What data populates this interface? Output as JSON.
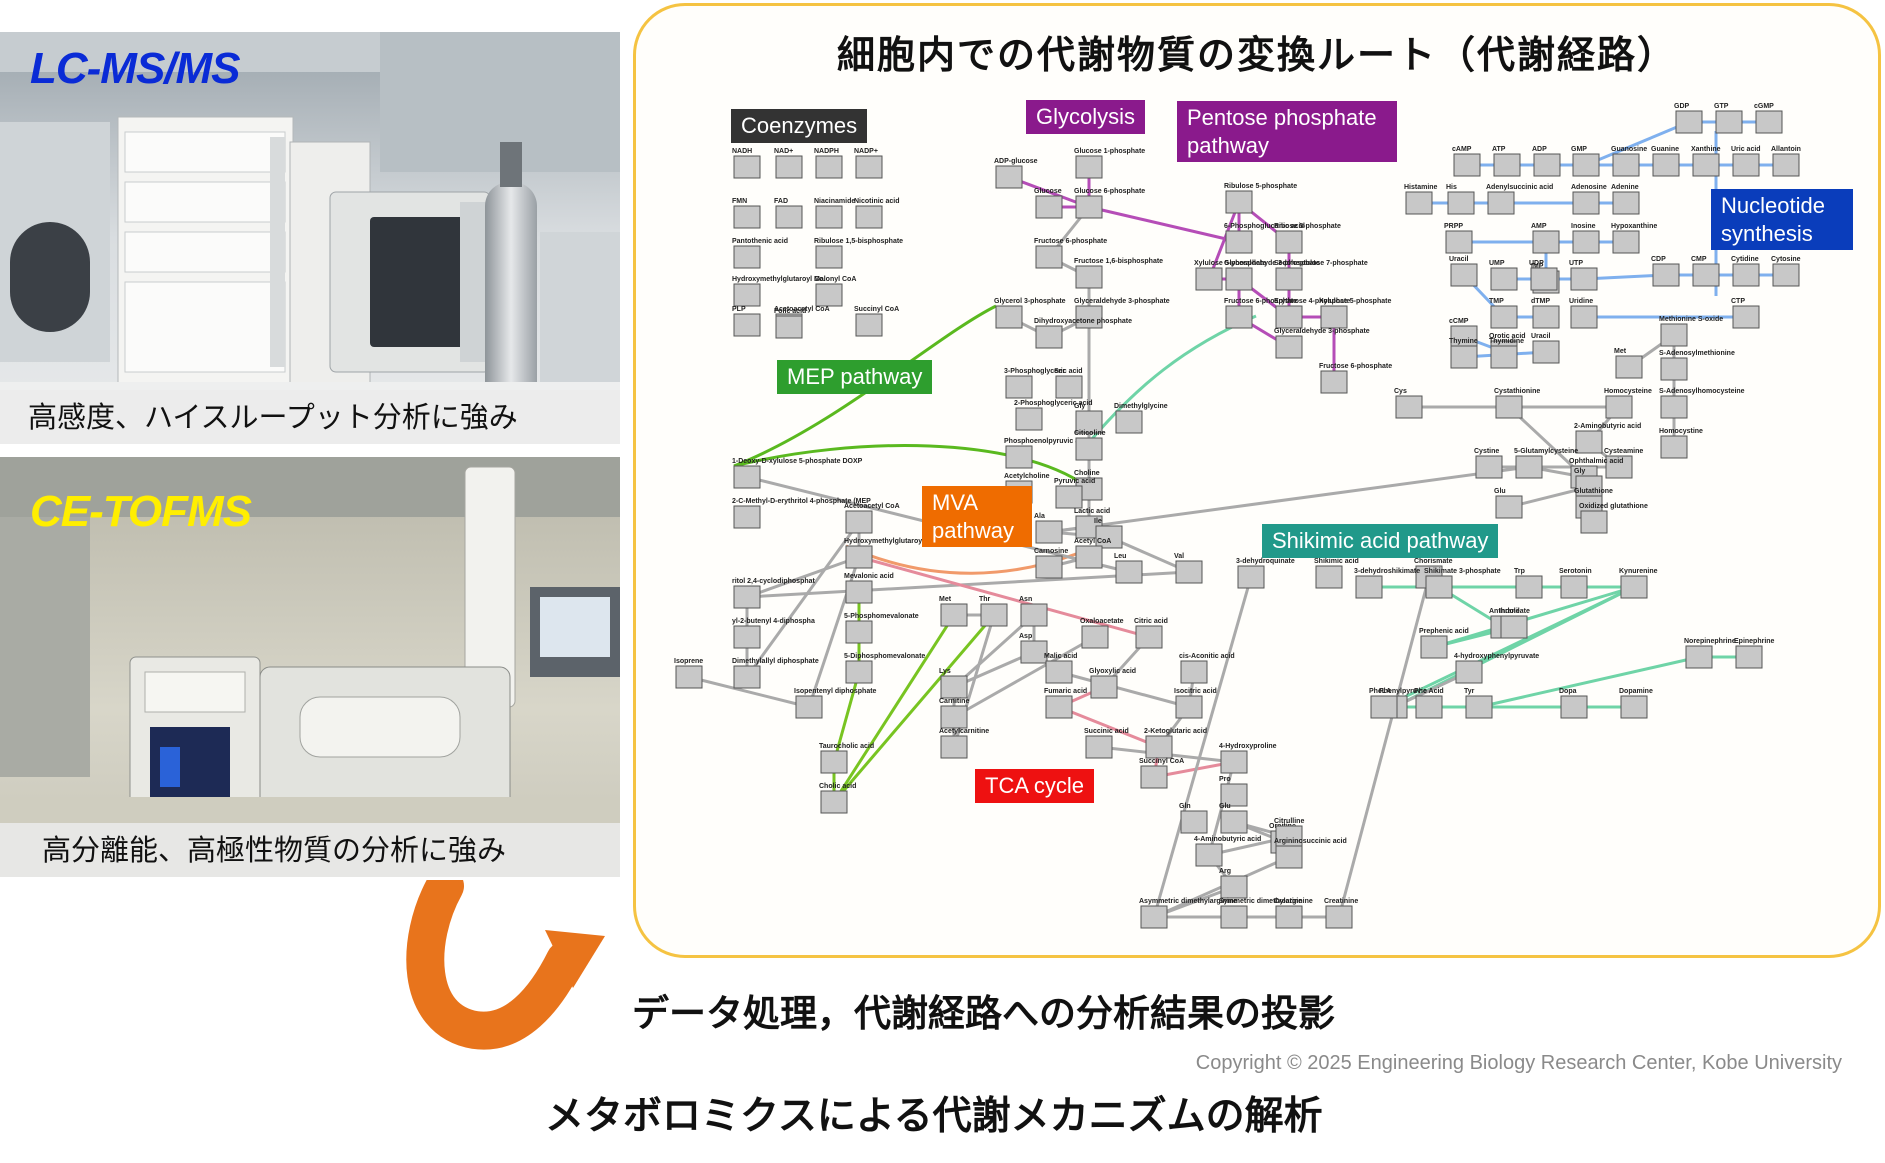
{
  "instruments": [
    {
      "title": "LC-MS/MS",
      "caption": "高感度、ハイスループット分析に強み",
      "title_color": "#0a2bd6"
    },
    {
      "title": "CE-TOFMS",
      "caption": "高分離能、高極性物質の分析に強み",
      "title_color": "#ffee00"
    }
  ],
  "pathway_map": {
    "title": "細胞内での代謝物質の変換ルート（代謝経路）",
    "labels": {
      "coenzymes": "Coenzymes",
      "glycolysis": "Glycolysis",
      "pentose": "Pentose phosphate pathway",
      "nucleotide": "Nucleotide synthesis",
      "mep": "MEP pathway",
      "mva": "MVA pathway",
      "shikimic": "Shikimic acid pathway",
      "tca": "TCA cycle"
    },
    "label_colors": {
      "coenzymes": "#333333",
      "glycolysis": "#8a1a8c",
      "pentose": "#8a1a8c",
      "nucleotide": "#0a3dbb",
      "mep": "#2e9e2e",
      "mva": "#ef6c00",
      "shikimic": "#21998a",
      "tca": "#ee1111"
    },
    "metabolites": [
      "NADH",
      "NAD+",
      "NADPH",
      "NADP+",
      "FMN",
      "FAD",
      "Niacinamide",
      "Nicotinic acid",
      "Pantothenic acid",
      "Ribulose 1,5-bisphosphate",
      "Hydroxymethylglutaroyl Co.",
      "Malonyl CoA",
      "PLP",
      "Acetoacetyl CoA",
      "Succinyl CoA",
      "Folic acid",
      "ADP-glucose",
      "Glucose 1-phosphate",
      "Glucose",
      "Glucose 6-phosphate",
      "Fructose 6-phosphate",
      "Fructose 1,6-bisphosphate",
      "Glycerol 3-phosphate",
      "Glyceraldehyde 3-phosphate",
      "Dihydroxyacetone phosphate",
      "Ribulose 5-phosphate",
      "6-Phosphogluconic acid",
      "Ribose 5-phosphate",
      "Xylulose 5-phosphate",
      "Glyceraldehyde 3-phosphate",
      "Sedoheptulose 7-phosphate",
      "Fructose 6-phosphate",
      "Erythrose 4-phosphate",
      "Xylulose 5-phosphate",
      "Glyceraldehyde 3-phosphate",
      "Fructose 6-phosphate",
      "GDP",
      "GTP",
      "cGMP",
      "cAMP",
      "ATP",
      "ADP",
      "GMP",
      "Guanosine",
      "Guanine",
      "Xanthine",
      "Uric acid",
      "Allantoin",
      "Histamine",
      "His",
      "Adenylsuccinic acid",
      "Adenosine",
      "Adenine",
      "PRPP",
      "AMP",
      "IMP",
      "Inosine",
      "Hypoxanthine",
      "UMP",
      "UDP",
      "UTP",
      "CDP",
      "CMP",
      "Cytidine",
      "Cytosine",
      "Uracil",
      "TMP",
      "dTMP",
      "Uridine",
      "CTP",
      "cCMP",
      "Orotic acid",
      "Uracil",
      "Thymine",
      "Thymidine",
      "Met",
      "Methionine S-oxide",
      "S-Adenosylmethionine",
      "S-Adenosylhomocysteine",
      "Homocystine",
      "Cys",
      "Cystathionine",
      "Homocysteine",
      "2-Aminobutyric acid",
      "Cysteamine",
      "Cystine",
      "5-Glutamylcysteine",
      "Ophthalmic acid",
      "Gly",
      "Glu",
      "Glutathione",
      "Oxidized glutathione",
      "3-Phosphoglyceric acid",
      "Ser",
      "2-Phosphoglyceric acid",
      "Gly",
      "Dimethylglycine",
      "Phosphoenolpyruvic acid",
      "Citicoline",
      "Choline",
      "Acetylcholine",
      "Pyruvic acid",
      "Lactic acid",
      "Ala",
      "Ile",
      "Acetyl CoA",
      "Carnosine",
      "Val",
      "Leu",
      "1-Deoxy-D-xylulose 5-phosphate DOXP",
      "2-C-Methyl-D-erythritol 4-phosphate (MEP",
      "ritol 2,4-cyclodiphosphat",
      "yl-2-butenyl 4-diphospha",
      "Dimethylallyl diphosphate",
      "Isoprene",
      "Isopentenyl diphosphate",
      "Acetoacetyl CoA",
      "Hydroxymethylglutaroyl Co.",
      "Mevalonic acid",
      "5-Phosphomevalonate",
      "5-Diphosphomevalonate",
      "Taurocholic acid",
      "Cholic acid",
      "Met",
      "Thr",
      "Asn",
      "Asp",
      "Lys",
      "Carnitine",
      "Acetylcarnitine",
      "Oxaloacetate",
      "Citric acid",
      "Malic acid",
      "Glyoxylic acid",
      "cis-Aconitic acid",
      "Fumaric acid",
      "Isocitric acid",
      "Succinic acid",
      "2-Ketoglutaric acid",
      "Succinyl CoA",
      "4-Hydroxyproline",
      "Pro",
      "Gln",
      "Glu",
      "Ornitine",
      "Citrulline",
      "4-Aminobutyric acid",
      "Argininosuccinic acid",
      "Arg",
      "Creatine",
      "Asymmetric dimethylarginine",
      "Symmetric dimethylarginine",
      "Creatinine",
      "3-dehydroquinate",
      "Shikimic acid",
      "Chorismate",
      "Trp",
      "Serotonin",
      "Kynurenine",
      "3-dehydroshikimate",
      "Shikimate 3-phosphate",
      "Anthranilate",
      "Indole",
      "Prephenic acid",
      "Phenylpyruvic Acid",
      "4-hydroxyphenylpyruvate",
      "PheLA",
      "Phe",
      "Tyr",
      "Dopa",
      "Dopamine",
      "Norepinephrine",
      "Epinephrine"
    ]
  },
  "arrow_color": "#e8741c",
  "bottom": {
    "process": "データ処理，代謝経路への分析結果の投影",
    "title": "メタボロミクスによる代謝メカニズムの解析",
    "copyright": "Copyright © 2025 Engineering Biology Research Center, Kobe University"
  }
}
